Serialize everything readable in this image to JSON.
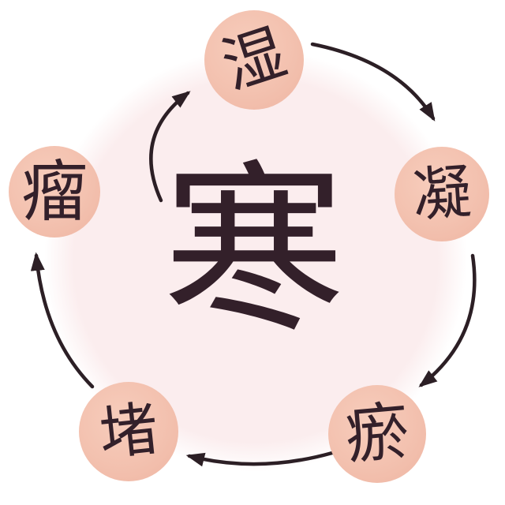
{
  "diagram": {
    "center": {
      "label": "寒"
    },
    "nodes": [
      {
        "label": "湿"
      },
      {
        "label": "凝"
      },
      {
        "label": "瘀"
      },
      {
        "label": "堵"
      },
      {
        "label": "瘤"
      }
    ],
    "arrows": [
      {
        "from": "湿",
        "to": "凝"
      },
      {
        "from": "凝",
        "to": "瘀"
      },
      {
        "from": "瘀",
        "to": "堵"
      },
      {
        "from": "堵",
        "to": "瘤"
      },
      {
        "from": "瘤",
        "to": "湿"
      }
    ]
  },
  "colors": {
    "node-fill": "#f3c1af",
    "node-fill-light": "#f7cdbc",
    "node-fill-dark": "#eeb5a2",
    "halo-fill": "#fbedee",
    "ink": "#33202a",
    "arrow": "#2c1f25",
    "background": "#ffffff"
  }
}
